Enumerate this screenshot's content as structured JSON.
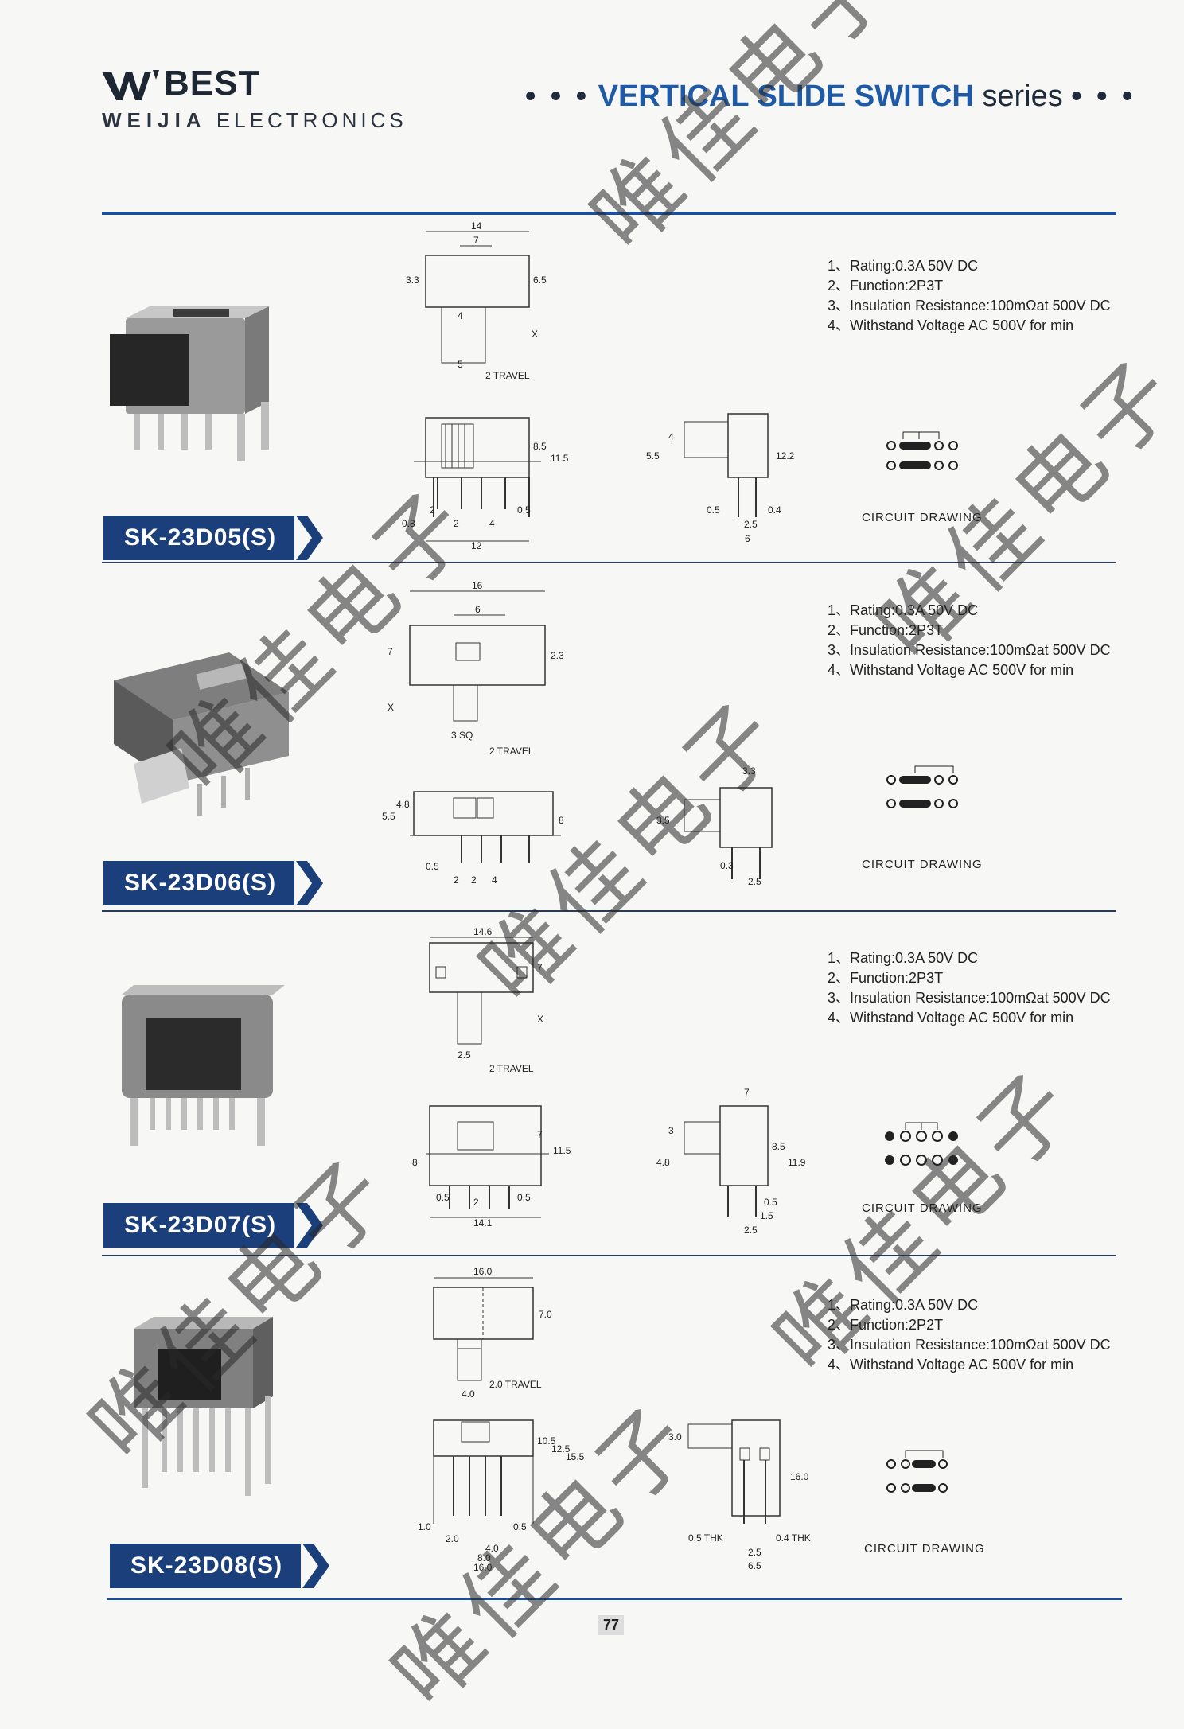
{
  "header": {
    "brand": "BEST",
    "brand_mark_prefix": "W'",
    "company_bold": "WEIJIA",
    "company_rest": "ELECTRONICS",
    "series_dots": "• • •",
    "series_title": "VERTICAL SLIDE SWITCH",
    "series_word": "series"
  },
  "watermark_text": "唯佳电子",
  "products": [
    {
      "model": "SK-23D05(S)",
      "specs": [
        "1、Rating:0.3A 50V DC",
        "2、Function:2P3T",
        "3、Insulation Resistance:100mΩat 500V DC",
        "4、Withstand Voltage AC 500V for min"
      ],
      "circuit_label": "CIRCUIT DRAWING",
      "dims_top": [
        "14",
        "7",
        "3.3",
        "6.5",
        "4",
        "X",
        "5",
        "2 TRAVEL"
      ],
      "dims_front": [
        "8.5",
        "11.5",
        "2",
        "0.5",
        "0.8",
        "2",
        "4",
        "12"
      ],
      "dims_side": [
        "4",
        "5.5",
        "12.2",
        "0.5",
        "0.4",
        "2.5",
        "6"
      ]
    },
    {
      "model": "SK-23D06(S)",
      "specs": [
        "1、Rating:0.3A 50V DC",
        "2、Function:2P3T",
        "3、Insulation Resistance:100mΩat 500V DC",
        "4、Withstand Voltage AC 500V for min"
      ],
      "circuit_label": "CIRCUIT DRAWING",
      "dims_top": [
        "16",
        "6",
        "7",
        "2.3",
        "X",
        "3 SQ",
        "2 TRAVEL"
      ],
      "dims_front": [
        "5.5",
        "4.8",
        "8",
        "0.5",
        "2",
        "2",
        "4"
      ],
      "dims_side": [
        "3.3",
        "3.5",
        "0.3",
        "2.5"
      ]
    },
    {
      "model": "SK-23D07(S)",
      "specs": [
        "1、Rating:0.3A 50V DC",
        "2、Function:2P3T",
        "3、Insulation Resistance:100mΩat 500V DC",
        "4、Withstand Voltage AC 500V for min"
      ],
      "circuit_label": "CIRCUIT DRAWING",
      "dims_top": [
        "14.6",
        "7",
        "X",
        "2.5",
        "2 TRAVEL"
      ],
      "dims_front": [
        "7",
        "11.5",
        "8",
        "0.5",
        "2",
        "0.5",
        "14.1"
      ],
      "dims_side": [
        "7",
        "3",
        "4.8",
        "8.5",
        "11.9",
        "0.5",
        "1.5",
        "2.5"
      ]
    },
    {
      "model": "SK-23D08(S)",
      "specs": [
        "1、Rating:0.3A 50V DC",
        "2、Function:2P2T",
        "3、Insulation Resistance:100mΩat 500V DC",
        "4、Withstand Voltage AC 500V for min"
      ],
      "circuit_label": "CIRCUIT DRAWING",
      "dims_top": [
        "16.0",
        "7.0",
        "2.0 TRAVEL",
        "4.0"
      ],
      "dims_front": [
        "10.5",
        "12.5",
        "15.5",
        "1.0",
        "2.0",
        "0.5",
        "4.0",
        "8.0",
        "16.0"
      ],
      "dims_side": [
        "3.0",
        "16.0",
        "0.5 THK",
        "0.4 THK",
        "2.5",
        "6.5"
      ]
    }
  ],
  "page_number": "77",
  "colors": {
    "accent": "#1d4f99",
    "badge": "#1b3f7a",
    "title_blue": "#1f5aa6"
  }
}
